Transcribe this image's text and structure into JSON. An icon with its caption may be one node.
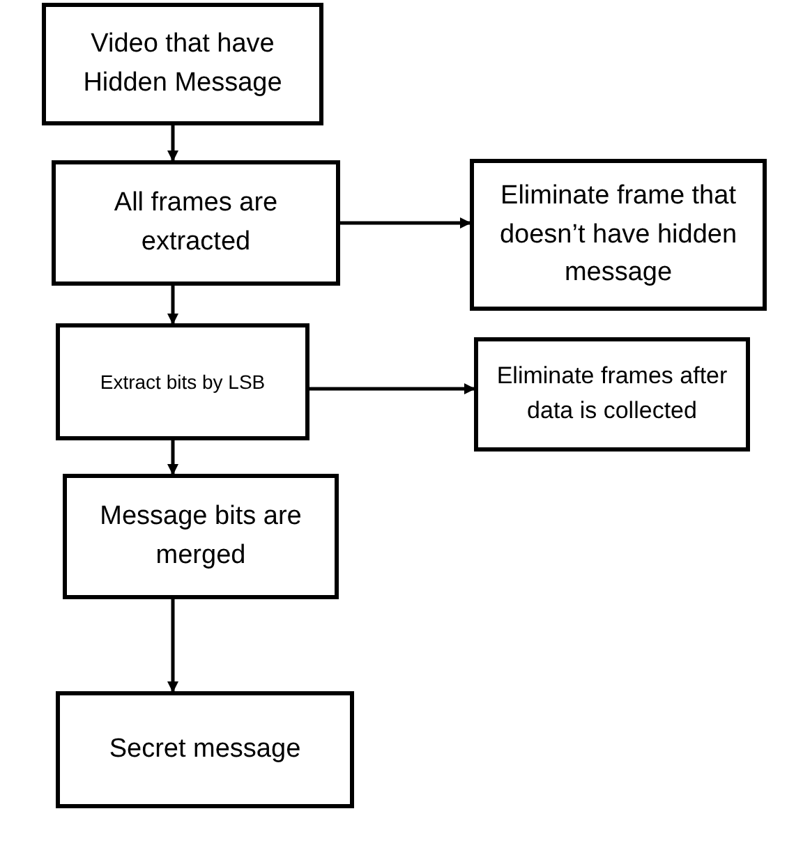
{
  "diagram": {
    "nodes": [
      {
        "text": [
          "Video that have Hidden Message"
        ]
      },
      {
        "text": [
          "All frames are extracted"
        ]
      },
      {
        "text": [
          "Eliminate frame that doesn’t have hidden message"
        ]
      },
      {
        "text": [
          "Extract bits by LSB"
        ]
      },
      {
        "text": [
          "Eliminate frames after data is collected"
        ]
      },
      {
        "text": [
          "Message bits are merged"
        ]
      },
      {
        "text": [
          "Secret message"
        ]
      }
    ],
    "edges": [
      {
        "from": 0,
        "to": 1,
        "arrow": "to"
      },
      {
        "from": 1,
        "to": 2,
        "arrow": "to"
      },
      {
        "from": 1,
        "to": 3,
        "arrow": "to"
      },
      {
        "from": 3,
        "to": 4,
        "arrow": "to"
      },
      {
        "from": 3,
        "to": 5,
        "arrow": "to"
      },
      {
        "from": 5,
        "to": 6,
        "arrow": "to"
      }
    ]
  }
}
